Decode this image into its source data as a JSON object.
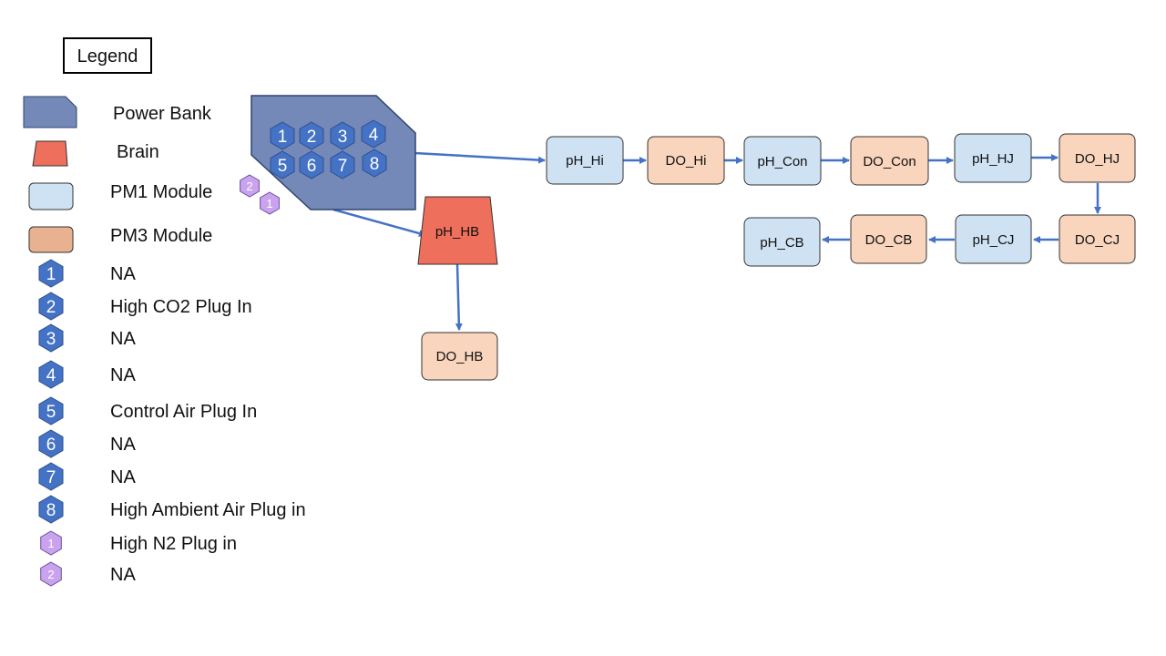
{
  "legend": {
    "title": "Legend",
    "shapes": [
      {
        "label": "Power Bank",
        "icon": "power-bank-icon"
      },
      {
        "label": "Brain",
        "icon": "brain-icon"
      },
      {
        "label": "PM1 Module",
        "icon": "pm1-module-icon"
      },
      {
        "label": "PM3 Module",
        "icon": "pm3-module-icon"
      }
    ],
    "ports": [
      {
        "num": "1",
        "label": "NA",
        "kind": "blue"
      },
      {
        "num": "2",
        "label": "High CO2 Plug In",
        "kind": "blue"
      },
      {
        "num": "3",
        "label": "NA",
        "kind": "blue"
      },
      {
        "num": "4",
        "label": "NA",
        "kind": "blue"
      },
      {
        "num": "5",
        "label": "Control Air Plug In",
        "kind": "blue"
      },
      {
        "num": "6",
        "label": "NA",
        "kind": "blue"
      },
      {
        "num": "7",
        "label": "NA",
        "kind": "blue"
      },
      {
        "num": "8",
        "label": "High Ambient Air Plug in",
        "kind": "blue"
      },
      {
        "num": "1",
        "label": "High N2 Plug in",
        "kind": "purple"
      },
      {
        "num": "2",
        "label": "NA",
        "kind": "purple"
      }
    ]
  },
  "power_bank": {
    "blue_ports": [
      "1",
      "2",
      "3",
      "4",
      "5",
      "6",
      "7",
      "8"
    ],
    "purple_ports": [
      "2",
      "1"
    ]
  },
  "nodes": {
    "ph_hb": "pH_HB",
    "do_hb": "DO_HB",
    "ph_hi": "pH_Hi",
    "do_hi": "DO_Hi",
    "ph_con": "pH_Con",
    "do_con": "DO_Con",
    "ph_hj": "pH_HJ",
    "do_hj": "DO_HJ",
    "do_cj": "DO_CJ",
    "ph_cj": "pH_CJ",
    "do_cb": "DO_CB",
    "ph_cb": "pH_CB"
  },
  "colors": {
    "power_bank": "#7589B8",
    "power_bank_stroke": "#2F4470",
    "brain": "#EE6F5B",
    "pm1": "#CFE2F3",
    "pm3": "#F8D5BC",
    "pm3_legend": "#E8B190",
    "hex_blue": "#4472C4",
    "hex_purple": "#C9A3EE",
    "arrow": "#4472C4"
  }
}
